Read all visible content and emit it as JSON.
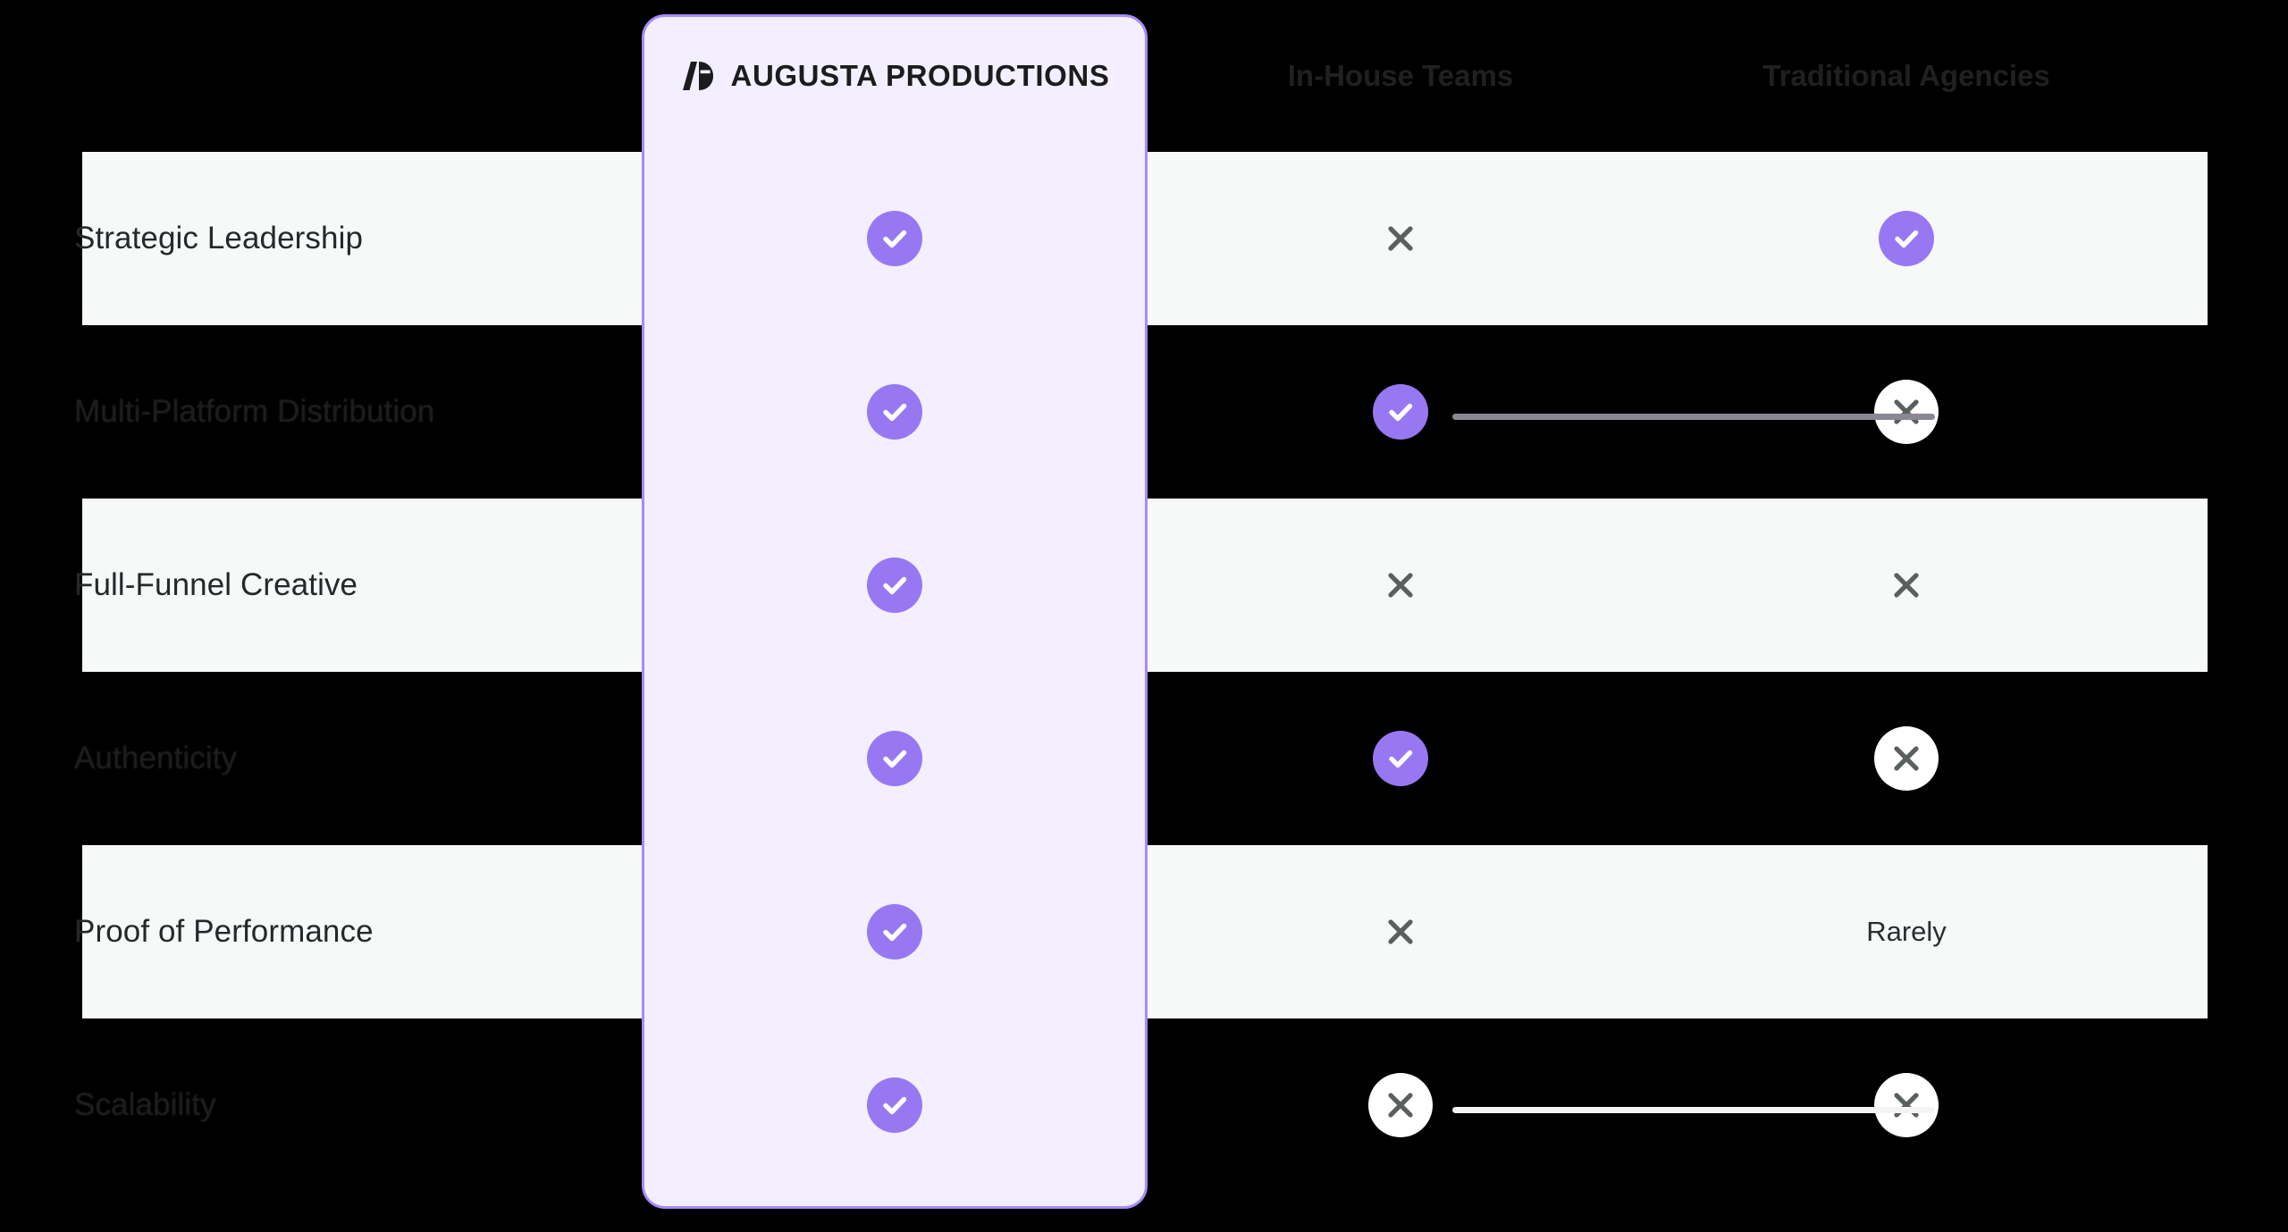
{
  "meta": {
    "kind": "feature-comparison-table",
    "background_color": "#000000",
    "stripe_color": "#f7f8f8",
    "accent_color": "#9878f2",
    "featured_card_fill": "#f3efff",
    "featured_card_border": "#a78bfa",
    "cross_color": "#5a5f5f"
  },
  "header": {
    "brand": {
      "monogram": "ad-monogram-icon",
      "name": "AUGUSTA PRODUCTIONS"
    },
    "columns": [
      {
        "id": "feature",
        "label": ""
      },
      {
        "id": "augusta",
        "label": "AUGUSTA PRODUCTIONS",
        "featured": true
      },
      {
        "id": "in-house",
        "label": "In-House Teams",
        "obscured": true
      },
      {
        "id": "traditional",
        "label": "Traditional Agencies",
        "obscured": true
      }
    ]
  },
  "rows": [
    {
      "id": "strategic-leadership",
      "label": "Strategic Leadership",
      "obscured": false,
      "band": "light",
      "cells": [
        {
          "type": "check",
          "value": "yes"
        },
        {
          "type": "cross",
          "value": "no"
        },
        {
          "type": "check",
          "value": "yes"
        }
      ]
    },
    {
      "id": "multi-platform-distribution",
      "label": "Multi-Platform Distribution",
      "obscured": true,
      "band": "dark",
      "connector": "muted",
      "cells": [
        {
          "type": "check",
          "value": "yes"
        },
        {
          "type": "check",
          "value": "yes"
        },
        {
          "type": "cross-disc",
          "value": "no"
        }
      ]
    },
    {
      "id": "full-funnel-creative",
      "label": "Full-Funnel Creative",
      "obscured": false,
      "band": "light",
      "cells": [
        {
          "type": "check",
          "value": "yes"
        },
        {
          "type": "cross",
          "value": "no"
        },
        {
          "type": "cross",
          "value": "no"
        }
      ]
    },
    {
      "id": "authenticity",
      "label": "Authenticity",
      "obscured": true,
      "band": "dark",
      "cells": [
        {
          "type": "check",
          "value": "yes"
        },
        {
          "type": "check",
          "value": "yes"
        },
        {
          "type": "cross-disc",
          "value": "no"
        }
      ]
    },
    {
      "id": "proof-of-performance",
      "label": "Proof of Performance",
      "obscured": false,
      "band": "light",
      "cells": [
        {
          "type": "check",
          "value": "yes"
        },
        {
          "type": "cross",
          "value": "no"
        },
        {
          "type": "text",
          "value": "Rarely"
        }
      ]
    },
    {
      "id": "scalability",
      "label": "Scalability",
      "obscured": true,
      "band": "dark",
      "connector": "light",
      "cells": [
        {
          "type": "check",
          "value": "yes"
        },
        {
          "type": "cross-disc",
          "value": "no"
        },
        {
          "type": "cross-disc",
          "value": "no"
        }
      ]
    }
  ]
}
